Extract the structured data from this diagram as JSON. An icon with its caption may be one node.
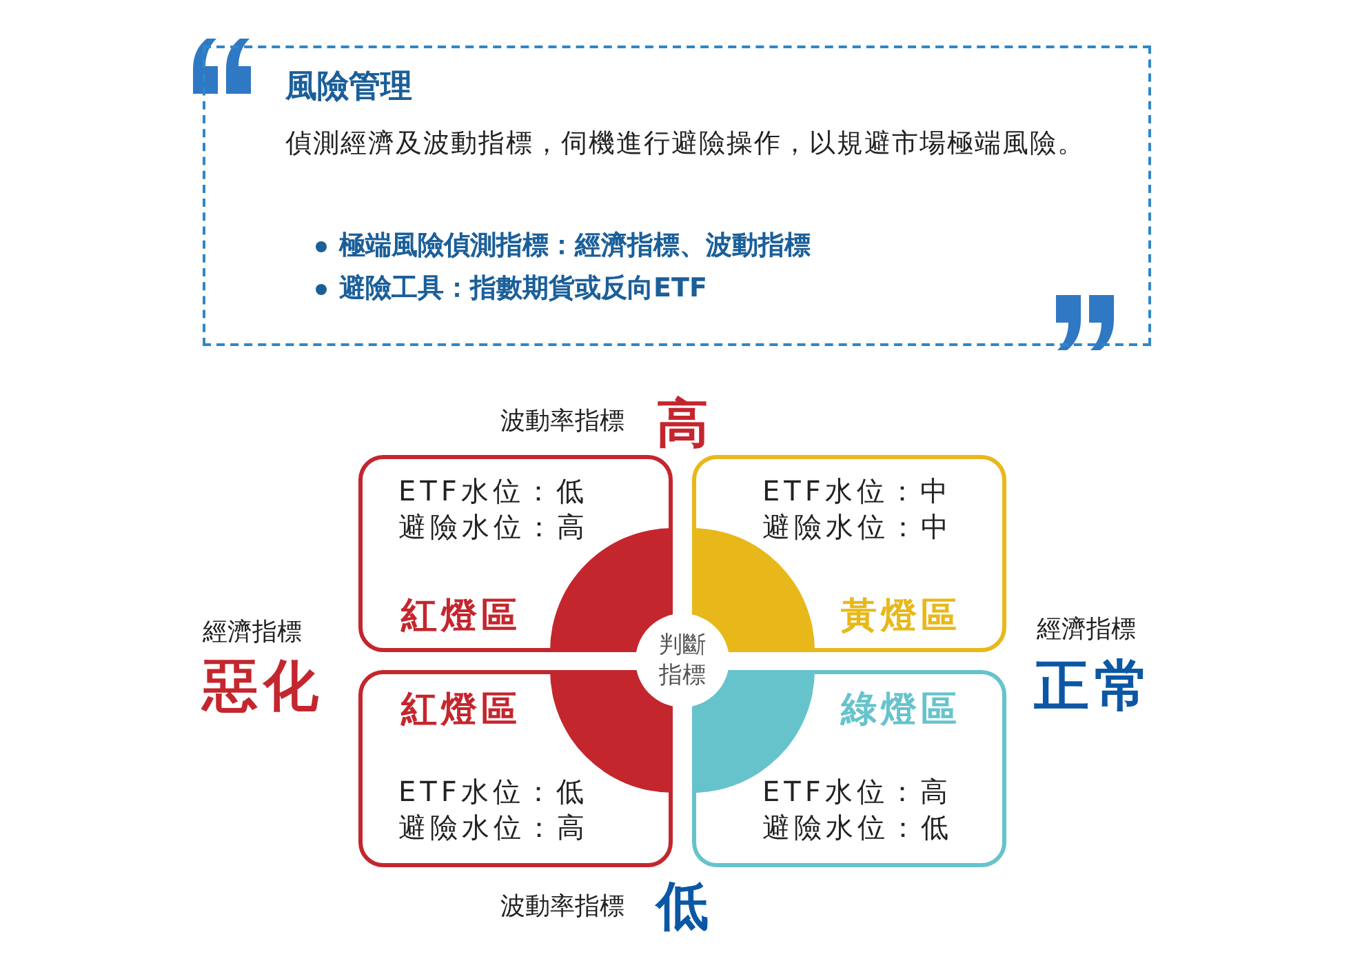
{
  "diagram": {
    "nodes": [
      {
        "text": [
          "風險管理",
          "偵測經濟及波動指標，伺機進行避險操作，以規避市場極端風險。",
          "極端風險偵測指標：經濟指標、波動指標",
          "避險工具：指數期貨或反向ETF"
        ]
      },
      {
        "text": [
          "ETF水位：低",
          "避險水位：高",
          "紅燈區"
        ]
      },
      {
        "text": [
          "ETF水位：中",
          "避險水位：中",
          "黃燈區"
        ]
      },
      {
        "text": [
          "紅燈區",
          "ETF水位：低",
          "避險水位：高"
        ]
      },
      {
        "text": [
          "綠燈區",
          "ETF水位：高",
          "避險水位：低"
        ]
      },
      {
        "text": [
          "判斷指標"
        ]
      }
    ],
    "edges": [],
    "labels": [
      "波動率指標",
      "高",
      "經濟指標",
      "經濟指標",
      "惡化",
      "正常",
      "波動率指標",
      "低"
    ]
  }
}
